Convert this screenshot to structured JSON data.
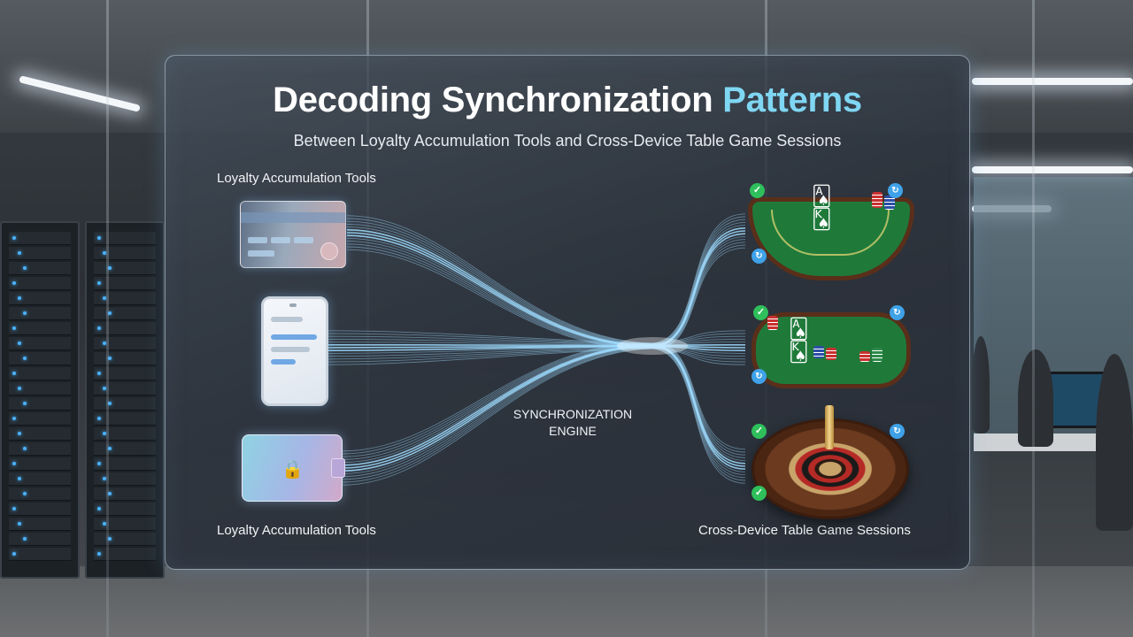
{
  "header": {
    "title_main": "Decoding Synchronization ",
    "title_accent": "Patterns",
    "subtitle": "Between Loyalty Accumulation Tools and Cross-Device Table Game Sessions"
  },
  "labels": {
    "left_top": "Loyalty Accumulation Tools",
    "left_bottom": "Loyalty Accumulation Tools",
    "right_bottom": "Cross-Device Table Game Sessions",
    "engine_line1": "SYNCHRONIZATION",
    "engine_line2": "ENGINE"
  },
  "icons": {
    "check": "✓",
    "sync": "↻",
    "lock": "🔒",
    "cards": "🂡🂮"
  },
  "colors": {
    "accent": "#7fd6f2",
    "flow": "#9fdcff",
    "check": "#2fbf5b",
    "sync": "#3fa2e8"
  }
}
